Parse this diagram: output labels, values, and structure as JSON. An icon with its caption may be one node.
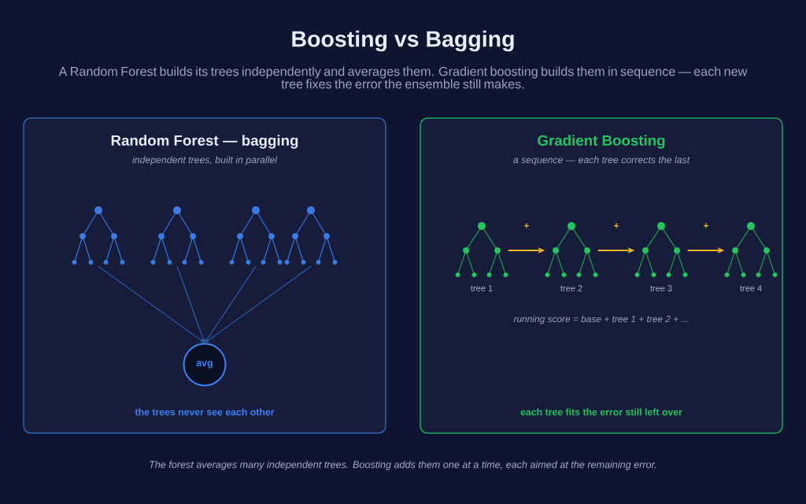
{
  "diagram": {
    "title": "Boosting vs Bagging",
    "caption": "The forest averages many independent trees. Boosting adds them one at a time, each aimed at the remaining error.",
    "nodes": [
      {
        "text": [
          "Random Forest — bagging",
          "independent trees, built in parallel",
          "the trees never see each other"
        ]
      },
      {
        "text": [],
        "shape": "picture",
        "in": 0
      },
      {
        "text": [],
        "shape": "picture",
        "in": 0
      },
      {
        "text": [],
        "shape": "picture",
        "in": 0
      },
      {
        "text": [],
        "shape": "picture",
        "in": 0
      },
      {
        "text": [
          "avg"
        ],
        "in": 0
      },
      {
        "text": [
          "Gradient Boosting",
          "a sequence — each tree corrects the last",
          "running score = base + tree 1 + tree 2 + ...",
          "each tree fits the error still left over"
        ]
      },
      {
        "text": [],
        "shape": "picture",
        "in": 6,
        "beside": [
          "tree 1"
        ]
      },
      {
        "text": [],
        "shape": "picture",
        "in": 6,
        "beside": [
          "tree 2"
        ]
      },
      {
        "text": [],
        "shape": "picture",
        "in": 6,
        "beside": [
          "tree 3"
        ]
      },
      {
        "text": [],
        "shape": "picture",
        "in": 6,
        "beside": [
          "tree 4"
        ]
      }
    ],
    "edges": [
      {
        "from": 1,
        "to": 5,
        "arrow": "to"
      },
      {
        "from": 2,
        "to": 5,
        "arrow": "to"
      },
      {
        "from": 3,
        "to": 5,
        "arrow": "to"
      },
      {
        "from": 4,
        "to": 5,
        "arrow": "to"
      },
      {
        "from": 7,
        "to": 8,
        "arrow": "to",
        "label": "+",
        "color": "#f0b429"
      },
      {
        "from": 8,
        "to": 9,
        "arrow": "to",
        "label": "+",
        "color": "#f0b429"
      },
      {
        "from": 9,
        "to": 10,
        "arrow": "to",
        "label": "+",
        "color": "#f0b429"
      }
    ],
    "labels": [
      "A Random Forest builds its trees independently and averages them. Gradient boosting builds them in sequence — each new tree fixes the error the ensemble still makes."
    ]
  }
}
